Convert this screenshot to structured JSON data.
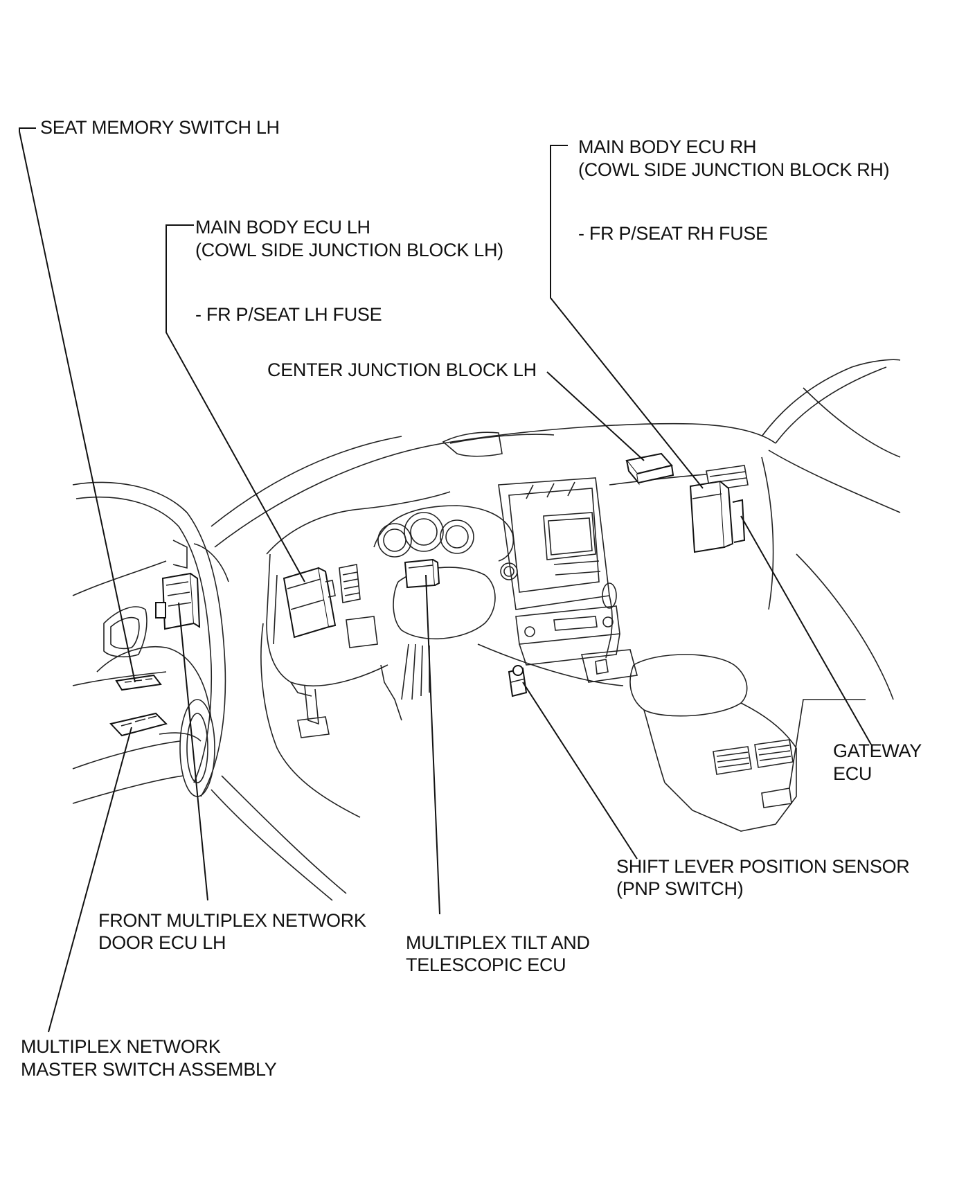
{
  "labels": {
    "seat_memory_switch_lh": "SEAT MEMORY SWITCH LH",
    "main_body_ecu_lh_l1": "MAIN BODY ECU LH",
    "main_body_ecu_lh_l2": "(COWL SIDE JUNCTION BLOCK  LH)",
    "fr_pseat_lh_fuse": "- FR P/SEAT LH FUSE",
    "main_body_ecu_rh_l1": "MAIN BODY ECU RH",
    "main_body_ecu_rh_l2": "(COWL SIDE JUNCTION BLOCK RH)",
    "fr_pseat_rh_fuse": "- FR P/SEAT RH FUSE",
    "center_junction_block_lh": "CENTER JUNCTION BLOCK LH",
    "gateway_ecu_l1": "GATEWAY",
    "gateway_ecu_l2": "ECU",
    "shift_lever_l1": "SHIFT LEVER POSITION SENSOR",
    "shift_lever_l2": "(PNP SWITCH)",
    "front_door_ecu_l1": "FRONT MULTIPLEX NETWORK",
    "front_door_ecu_l2": "DOOR ECU LH",
    "tilt_tele_ecu_l1": "MULTIPLEX TILT AND",
    "tilt_tele_ecu_l2": "TELESCOPIC ECU",
    "master_switch_l1": "MULTIPLEX NETWORK",
    "master_switch_l2": "MASTER SWITCH ASSEMBLY"
  }
}
